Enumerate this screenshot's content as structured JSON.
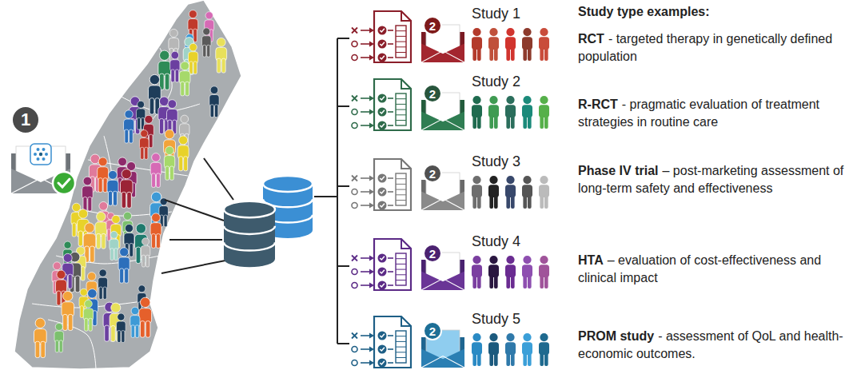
{
  "diagram": {
    "nodes": [
      {
        "text": [
          "1"
        ]
      },
      {
        "text": [
          "2"
        ]
      },
      {
        "text": [
          "2"
        ]
      },
      {
        "text": [
          "2"
        ]
      },
      {
        "text": [
          "2"
        ]
      },
      {
        "text": [
          "2"
        ]
      }
    ],
    "labels": [
      "Study 1",
      "Study 2",
      "Study 3",
      "Study 4",
      "Study 5",
      "Study type examples:",
      "RCT",
      "- targeted therapy in genetically defined population",
      "R-RCT",
      "- pragmatic evaluation of treatment strategies in routine care",
      "Phase IV trial",
      "– post-marketing assessment of long-term safety and effectiveness",
      "HTA",
      "– evaluation of cost-effectiveness and clinical impact",
      "PROM study",
      "- assessment of QoL and health-economic outcomes."
    ]
  }
}
